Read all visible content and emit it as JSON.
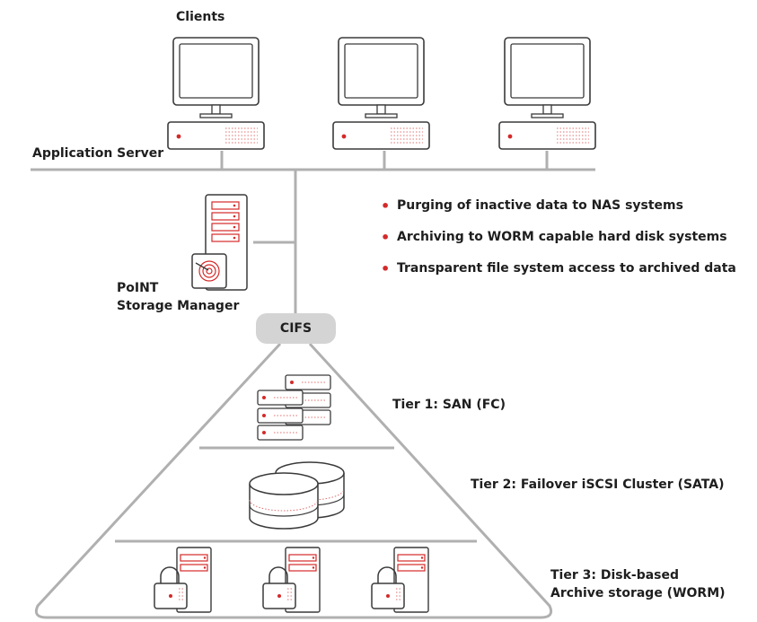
{
  "labels": {
    "clients": "Clients",
    "app_server": "Application Server",
    "psm_line1": "PoINT",
    "psm_line2": "Storage Manager",
    "cifs": "CIFS",
    "tier1": "Tier 1: SAN (FC)",
    "tier2": "Tier 2: Failover iSCSI Cluster (SATA)",
    "tier3_line1": "Tier 3: Disk-based",
    "tier3_line2": "Archive storage (WORM)"
  },
  "features": [
    "Purging of inactive data to NAS systems",
    "Archiving to WORM capable hard disk systems",
    "Transparent file system access to archived data"
  ],
  "colors": {
    "line": "#b0b0b0",
    "device_stroke": "#3a3a3a",
    "accent": "#d42a2a",
    "cifs_fill": "#d4d4d4"
  }
}
